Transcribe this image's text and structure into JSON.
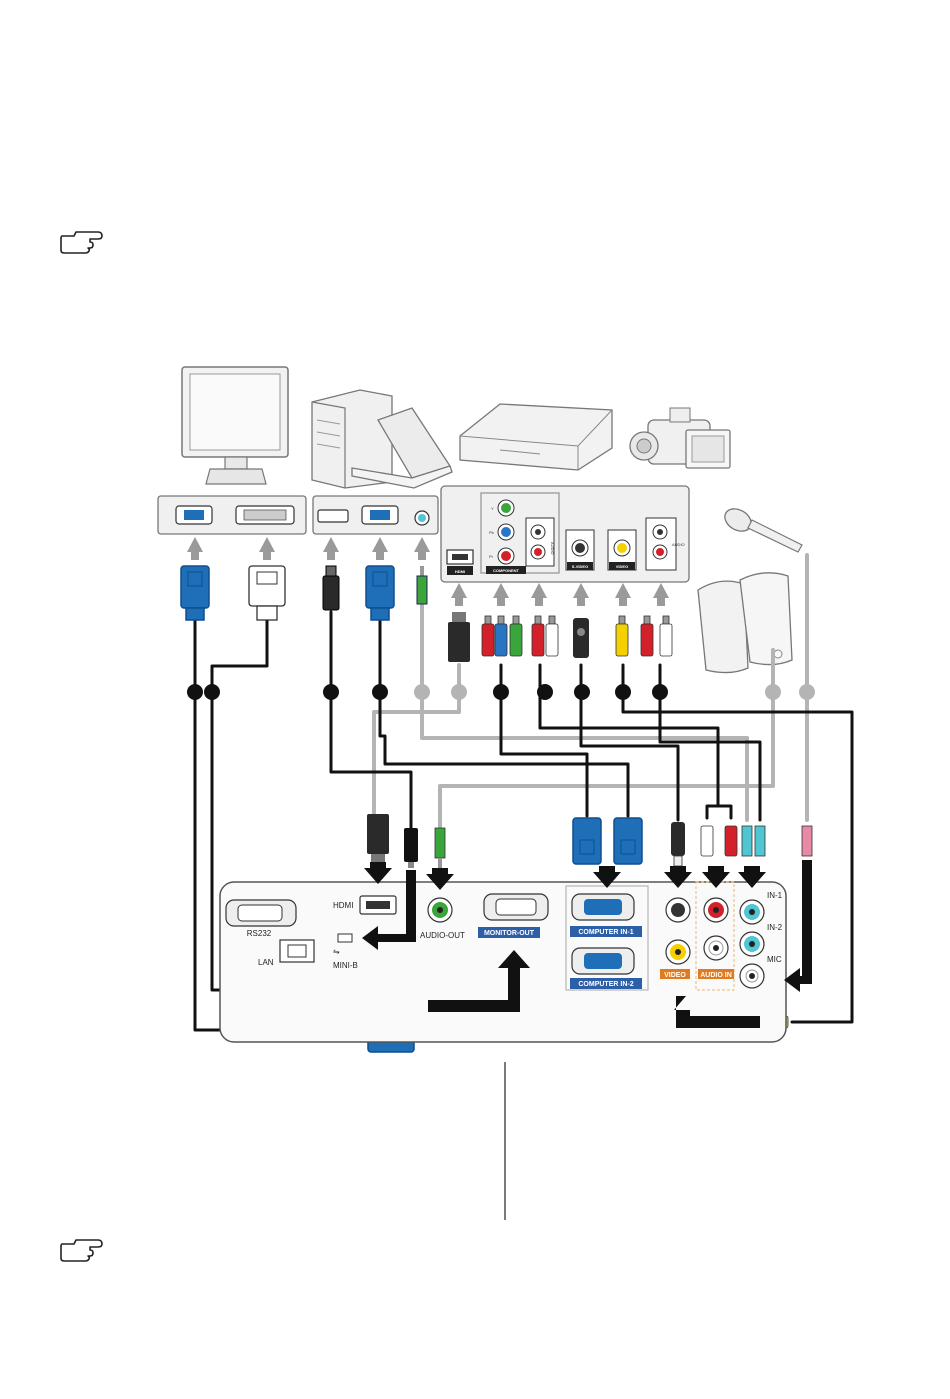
{
  "icons": [
    "hand-pointer-icon",
    "monitor-icon",
    "desktop-computer-icon",
    "laptop-icon",
    "av-player-icon",
    "camcorder-icon",
    "microphone-icon",
    "speakers-icon"
  ],
  "colors": {
    "vga": "#1e6fb8",
    "vga_dark": "#0e4f8e",
    "cable_black": "#111111",
    "cable_gray": "#b4b4b4",
    "arrow_gray": "#9a9a9a",
    "component_green": "#3aa53a",
    "component_blue": "#2a74c4",
    "red": "#d4202a",
    "yellow": "#f4d000",
    "cyan": "#4fc6d2",
    "pink": "#e88aa6",
    "label_blue": "#2d5fa8",
    "label_orange": "#e07b20"
  },
  "source_ports": {
    "component_y": "Y",
    "component_pb": "Pb",
    "component_pr": "Pr",
    "hdmi": "HDMI",
    "component": "COMPONENT",
    "audio": "AUDIO",
    "svideo": "S-VIDEO",
    "video": "VIDEO"
  },
  "projector_ports": {
    "rs232": "RS232",
    "lan": "LAN",
    "hdmi": "HDMI",
    "mini_b": "MINI-B",
    "audio_out": "AUDIO-OUT",
    "monitor_out": "MONITOR-OUT",
    "computer_in_1": "COMPUTER IN-1",
    "computer_in_2": "COMPUTER IN-2",
    "video": "VIDEO",
    "audio_in": "AUDIO IN",
    "in_1": "IN-1",
    "in_2": "IN-2",
    "mic": "MIC"
  }
}
